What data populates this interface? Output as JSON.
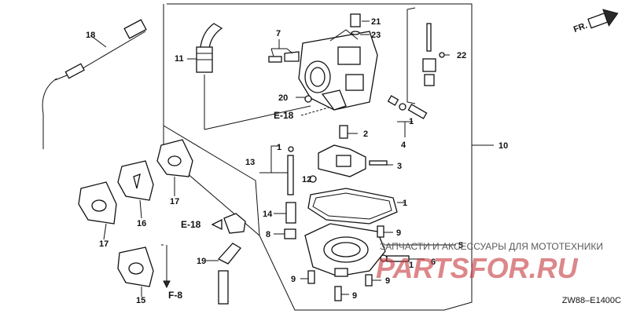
{
  "diagram": {
    "direction_label": "FR.",
    "diagram_code": "ZW88–E1400C",
    "watermark_top": "ЗАПЧАСТИ И АКСЕССУАРЫ ДЛЯ МОТОТЕХНИКИ",
    "watermark_brand": "PARTSFOR.RU",
    "refs": {
      "e18_top": "E-18",
      "e18_mid": "E-18",
      "f8": "F-8"
    },
    "callouts": {
      "c1a": "1",
      "c1b": "1",
      "c1c": "1",
      "c1d": "1",
      "c2": "2",
      "c3": "3",
      "c4": "4",
      "c5": "5",
      "c6": "6",
      "c7": "7",
      "c8": "8",
      "c9a": "9",
      "c9b": "9",
      "c9c": "9",
      "c9d": "9",
      "c10": "10",
      "c11": "11",
      "c12": "12",
      "c13": "13",
      "c14": "14",
      "c15": "15",
      "c16": "16",
      "c17a": "17",
      "c17b": "17",
      "c18": "18",
      "c19": "19",
      "c20": "20",
      "c21": "21",
      "c22": "22",
      "c23": "23"
    }
  }
}
